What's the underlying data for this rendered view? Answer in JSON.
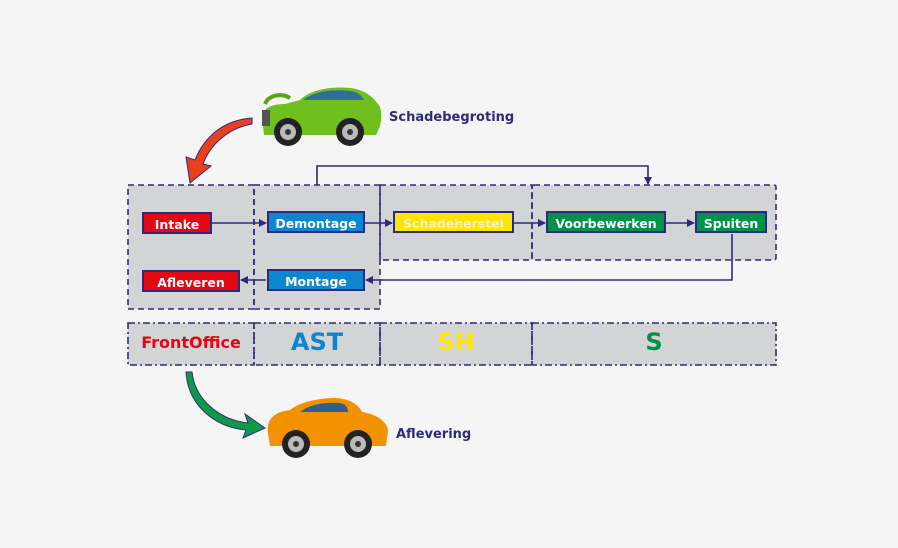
{
  "colors": {
    "background": "#f5f5f5",
    "zone": "#d3d4d5",
    "line": "#2e2a7c",
    "red": "#e30613",
    "blue": "#0b86cf",
    "yellow": "#ffe500",
    "green": "#00914a",
    "orange": "#f39200"
  },
  "top_car": {
    "label": "Schadebegroting",
    "icon": "green-car-open-hood-icon"
  },
  "bottom_car": {
    "label": "Aflevering",
    "icon": "orange-car-icon"
  },
  "steps": {
    "intake": "Intake",
    "demontage": "Demontage",
    "schadeherstel": "Schadeherstel",
    "voorbewerken": "Voorbewerken",
    "spuiten": "Spuiten",
    "montage": "Montage",
    "afleveren": "Afleveren"
  },
  "departments": {
    "frontoffice": "FrontOffice",
    "ast": "AST",
    "sh": "SH",
    "s": "S"
  }
}
